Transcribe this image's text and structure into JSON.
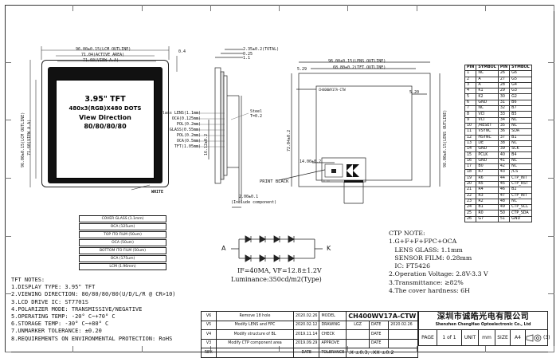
{
  "module": {
    "size_title": "3.95\" TFT",
    "resolution": "480x3(RGB)X480 DOTS",
    "view_direction_label": "View Direction",
    "view_direction_value": "80/80/80/80",
    "white_label": "WHITE"
  },
  "front_dims": {
    "top_1": "96.00±0.15(LCM OUTLINE)",
    "top_2": "71.04(ACTIVE AREA)",
    "top_3": "71.60(VIEW A.A)",
    "top_4": "0.4",
    "left_1": "96.00±0.15(LCM OUTLINE)",
    "left_2": "71.60(VIEW A.A)"
  },
  "side_dims": {
    "top_1": "2.35±0.2(TOTAL)",
    "top_2": "0.25",
    "top_3": "1.1",
    "steel": "Steel",
    "steel_t": "T=0.2",
    "layers": [
      "Glass LENS(1.1mm)",
      "OCA(0.125mm)",
      "POL(0.2mm)",
      "GLASS(0.55mm)",
      "POL(0.2mm)",
      "OCA(0.5mm)",
      "TFT(1.05mm)"
    ],
    "fpc_bottom": "2.00±0.1",
    "fpc_note": "(Include component)",
    "fpc_left": "16.12±0.2"
  },
  "back_dims": {
    "top_1": "96.00±0.15(LENS OUTLINE)",
    "top_2": "68.80±0.2(TFT OUTLINE)",
    "left_1": "5.29",
    "right_1": "5.20",
    "bottom_1": "14.00±0.2",
    "print_black": "PRINT BLACK",
    "part_label": "CH400WV17A-CTW",
    "side_left": "72.04±0.2",
    "side_right": "98.00±0.15(LENS OUTLINE)"
  },
  "pin_table": {
    "headers": [
      "PIN",
      "SYMBOL",
      "PIN",
      "SYMBOL"
    ],
    "rows": [
      [
        "1",
        "NC",
        "26",
        "G6"
      ],
      [
        "2",
        "A",
        "27",
        "G5"
      ],
      [
        "3",
        "A",
        "28",
        "G4"
      ],
      [
        "4",
        "K1",
        "29",
        "G3"
      ],
      [
        "5",
        "K2",
        "30",
        "G2"
      ],
      [
        "6",
        "GND",
        "31",
        "B6"
      ],
      [
        "7",
        "NC",
        "32",
        "B7"
      ],
      [
        "8",
        "VCI",
        "33",
        "B5"
      ],
      [
        "9",
        "VCI",
        "34",
        "NC"
      ],
      [
        "10",
        "/RESET",
        "35",
        "NC"
      ],
      [
        "11",
        "VSYNC",
        "36",
        "SDA"
      ],
      [
        "12",
        "HSYNC",
        "37",
        "B1"
      ],
      [
        "13",
        "DE",
        "38",
        "NC"
      ],
      [
        "14",
        "GND",
        "39",
        "SCK"
      ],
      [
        "15",
        "PCLK",
        "40",
        "B4"
      ],
      [
        "16",
        "GND",
        "41",
        "NC"
      ],
      [
        "17",
        "B0",
        "42",
        "NC"
      ],
      [
        "18",
        "R7",
        "43",
        "/CS"
      ],
      [
        "19",
        "R6",
        "44",
        "CTP_INT"
      ],
      [
        "20",
        "R5",
        "45",
        "CTP_RST"
      ],
      [
        "21",
        "R4",
        "46",
        "B2"
      ],
      [
        "22",
        "R3",
        "47",
        "CTP_INT"
      ],
      [
        "23",
        "R2",
        "48",
        "NC"
      ],
      [
        "24",
        "B1",
        "49",
        "CTP_SCL"
      ],
      [
        "25",
        "R0",
        "50",
        "CTP_SDA"
      ],
      [
        "26",
        "G7",
        "51",
        "GND"
      ]
    ]
  },
  "stackup": [
    "COVER GLASS (1.1mm)",
    "OCA (125um)",
    "TOP ITO FILM (50um)",
    "OCA (50um)",
    "BOTTOM ITO FILM (50um)",
    "OCA (175um)",
    "LCM (1.96mm)"
  ],
  "led": {
    "anode": "A",
    "cathode": "K",
    "spec_1": "IF=40MA, VF=12.8±1.2V",
    "spec_2": "Luminance:350cd/m2(Type)"
  },
  "tft_notes": {
    "title": "TFT NOTES:",
    "items": [
      "1.DISPLAY TYPE:  3.95\" TFT",
      "2.VIEWING DIRECTION: 80/80/80/80(U/D/L/R @ CR>10)",
      "3.LCD DRIVE IC: ST7701S",
      "4.POLARIZER MODE: TRANSMISSIVE/NEGATIVE",
      "5.OPERATING TEMP: -20° C~+70° C",
      "6.STORAGE TEMP: -30° C~+80° C",
      "7.UNMARKER TOLERANCE: ±0.20",
      "8.REQUIREMENTS ON ENVIRONMENTAL PROTECTION: RoHS"
    ]
  },
  "ctp_notes": {
    "title": "CTP NOTE:",
    "items": [
      "1.G+F+F+FPC+OCA",
      "   LENS GLASS: 1.1mm",
      "   SENSOR FILM: 0.28mm",
      "   IC: FT5426",
      "2.Operation Voltage: 2.8V-3.3 V",
      "3.Transmittance: ≥82%",
      "4.The cover hardness: 6H"
    ]
  },
  "revisions": [
    {
      "rev": "V6",
      "desc": "Remove 18 hole",
      "date": "2020.02.26"
    },
    {
      "rev": "V5",
      "desc": "Modify LENS and FPC",
      "date": "2020.02.12"
    },
    {
      "rev": "V4",
      "desc": "Modify structure of BL",
      "date": "2019.11.14"
    },
    {
      "rev": "V3",
      "desc": "Modify CTP component area",
      "date": "2019.09.29"
    }
  ],
  "title_block": {
    "part_no": "CH400WV17A-CTW",
    "model": "MODEL",
    "drawing": "DRAWING",
    "drawn_by": "LGZ",
    "date_label": "DATE",
    "date_value": "2020.02.26",
    "check": "CHECK",
    "approve": "APPROVE",
    "rev_label": "REV.",
    "date_header": "DATE",
    "tolerance_label": "TOLERANCE",
    "tolerance_value": ".X ±0.3, .XX ±0.2",
    "company_cn": "深圳市诚皓光电有限公司",
    "company_en": "Shenzhen ChengHao Optoelectronic Co., Ltd",
    "page_label": "PAGE",
    "page_value": "1 of 1",
    "unit_label": "UNIT",
    "unit_value": "mm",
    "size_label": "SIZE",
    "size_value": "A4",
    "projection": "(3)"
  }
}
